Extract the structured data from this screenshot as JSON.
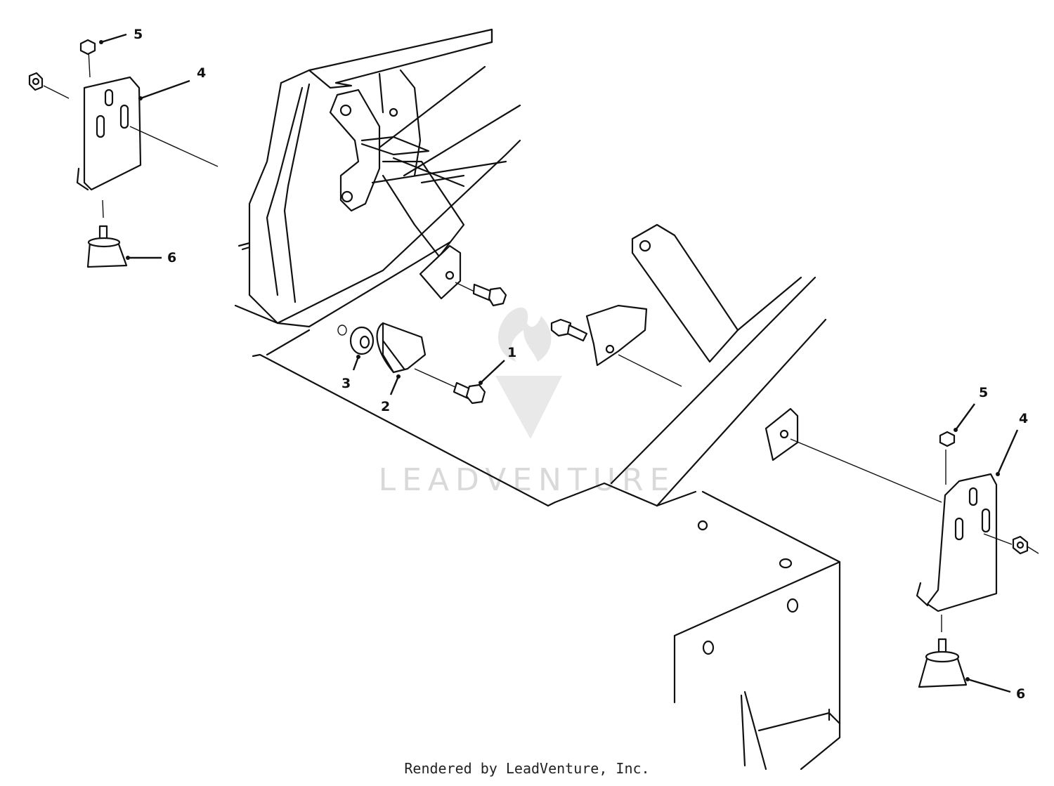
{
  "watermark": {
    "text": "LEADVENTURE"
  },
  "footer": {
    "text": "Rendered by LeadVenture, Inc."
  },
  "callouts": [
    {
      "id": "c5-left",
      "label": "5"
    },
    {
      "id": "c4-left",
      "label": "4"
    },
    {
      "id": "c6-left",
      "label": "6"
    },
    {
      "id": "c1",
      "label": "1"
    },
    {
      "id": "c3",
      "label": "3"
    },
    {
      "id": "c2",
      "label": "2"
    },
    {
      "id": "c5-right",
      "label": "5"
    },
    {
      "id": "c4-right",
      "label": "4"
    },
    {
      "id": "c6-right",
      "label": "6"
    }
  ]
}
